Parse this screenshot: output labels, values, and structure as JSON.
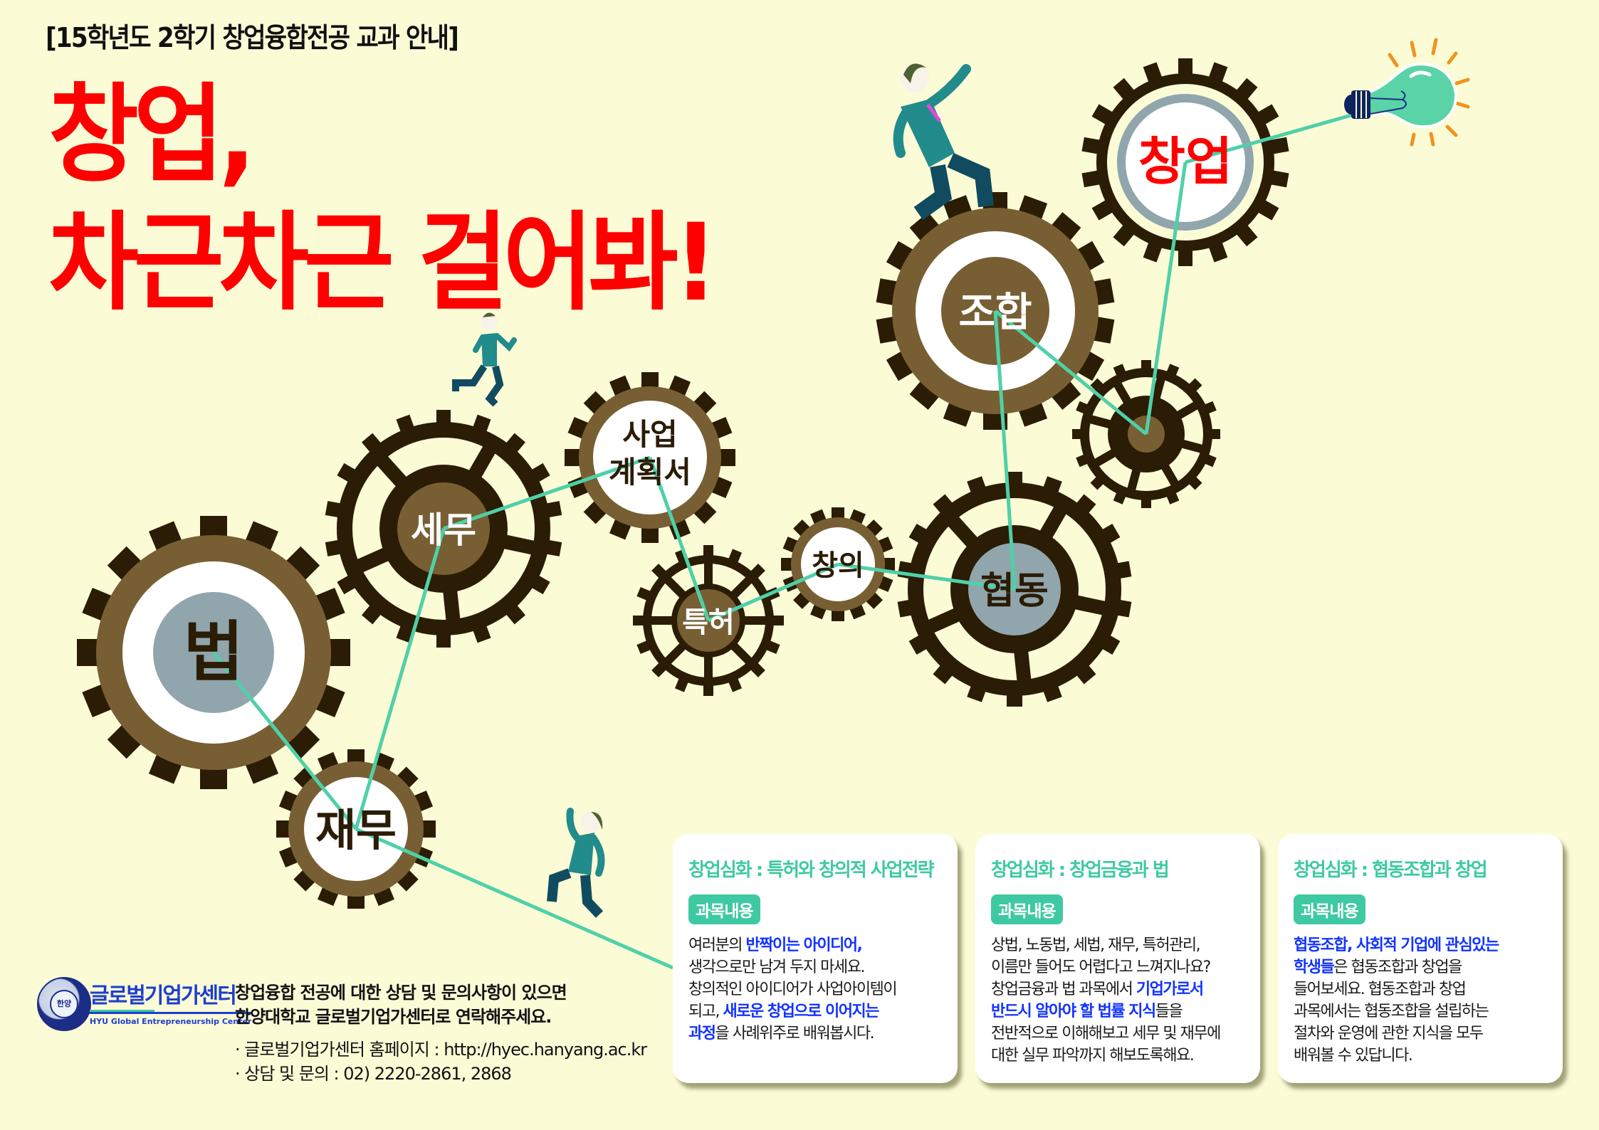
{
  "header": {
    "subtitle": "[15학년도 2학기 창업융합전공 교과 안내]",
    "headline_line1": "창업,",
    "headline_line2": "차근차근 걸어봐!"
  },
  "colors": {
    "background": "#fbfbd6",
    "headline": "#ff0000",
    "gear_dark": "#2b1c05",
    "gear_brown": "#785f33",
    "gear_blue_gray": "#91a5ad",
    "connector": "#4fd0a8",
    "card_accent": "#3fc9a2",
    "highlight_text": "#1233ff",
    "bulb": "#5ad3a7",
    "bulb_rays": "#f0931e"
  },
  "gears": {
    "beop": "법",
    "jaemu": "재무",
    "semu": "세무",
    "saeop_line1": "사업",
    "saeop_line2": "계획서",
    "teukheo": "특허",
    "changui": "창의",
    "hyeopdong": "협동",
    "johap": "조합",
    "changeop": "창업"
  },
  "cards": [
    {
      "title": "창업심화 : 특허와 창의적 사업전략",
      "badge": "과목내용",
      "body": [
        {
          "t": "여러분의 ",
          "hl": false
        },
        {
          "t": "반짝이는 아이디어,",
          "hl": true
        },
        {
          "t": "\n생각으로만 남겨 두지 마세요.\n창의적인 아이디어가 사업아이템이\n되고, ",
          "hl": false
        },
        {
          "t": "새로운 창업으로 이어지는\n과정",
          "hl": true
        },
        {
          "t": "을 사례위주로 배워봅시다.",
          "hl": false
        }
      ]
    },
    {
      "title": "창업심화 : 창업금융과 법",
      "badge": "과목내용",
      "body": [
        {
          "t": "상법, 노동법, 세법, 재무, 특허관리,\n이름만 들어도 어렵다고 느껴지나요?\n창업금융과 법 과목에서 ",
          "hl": false
        },
        {
          "t": "기업가로서\n반드시 알아야 할 법률 지식",
          "hl": true
        },
        {
          "t": "들을\n전반적으로 이해해보고 세무 및 재무에\n대한 실무 파악까지 해보도록해요.",
          "hl": false
        }
      ]
    },
    {
      "title": "창업심화 : 협동조합과 창업",
      "badge": "과목내용",
      "body": [
        {
          "t": "협동조합, 사회적 기업에 관심있는\n학생들",
          "hl": true
        },
        {
          "t": "은 협동조합과 창업을\n들어보세요. 협동조합과 창업\n과목에서는 협동조합을 설립하는\n절차와 운영에 관한 지식을 모두\n배워볼 수 있답니다.",
          "hl": false
        }
      ]
    }
  ],
  "footer": {
    "logo_center": "한양",
    "brand_ko": "글로벌기업가센터",
    "brand_en": "HYU Global Entrepreneurship Center",
    "lead_line1": "창업융합 전공에 대한 상담 및 문의사항이 있으면",
    "lead_line2": "한양대학교 글로벌기업가센터로 연락해주세요.",
    "homepage": "· 글로벌기업가센터 홈페이지 : http://hyec.hanyang.ac.kr",
    "contact": "· 상담 및 문의 : 02) 2220-2861, 2868"
  }
}
